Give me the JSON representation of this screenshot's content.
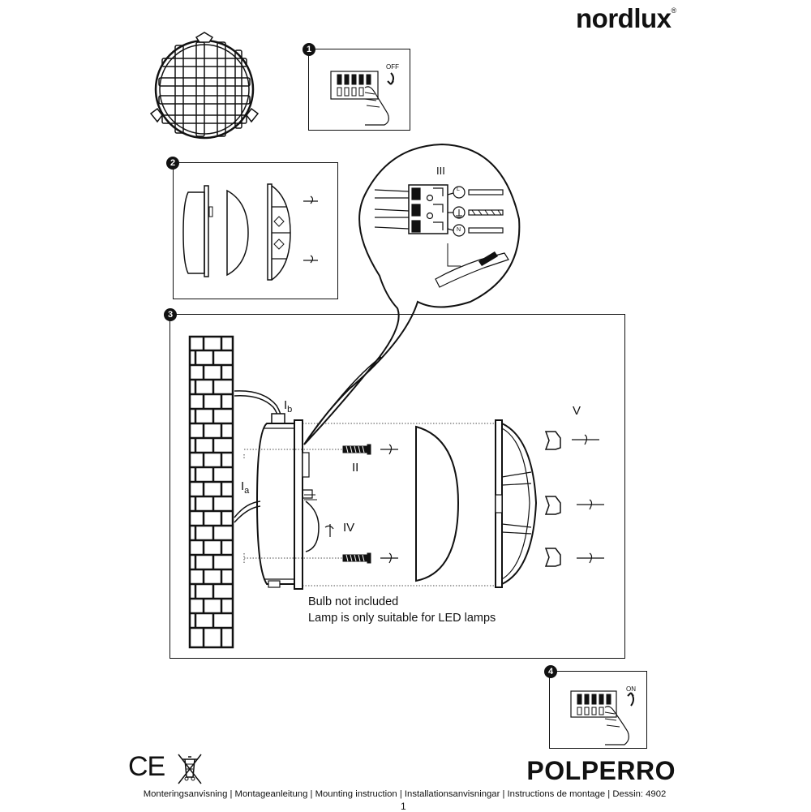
{
  "brand": {
    "name": "nordlux",
    "registered": "®"
  },
  "steps": {
    "s1": {
      "number": "1",
      "switch_label": "OFF"
    },
    "s2": {
      "number": "2"
    },
    "s3": {
      "number": "3",
      "labels": {
        "ia": "I",
        "ia_sub": "a",
        "ib": "I",
        "ib_sub": "b",
        "ii": "II",
        "iii": "III",
        "iv": "IV",
        "v": "V"
      },
      "note_line1": "Bulb not included",
      "note_line2": "Lamp is only suitable for LED lamps"
    },
    "s4": {
      "number": "4",
      "switch_label": "ON"
    }
  },
  "terminals": {
    "l": "L",
    "n": "N"
  },
  "footer": {
    "marks": {
      "ce": "CE"
    },
    "product_name": "POLPERRO",
    "instructions": "Monteringsanvisning | Montageanleitung | Mounting instruction | Installationsanvisningar | Instructions de montage | Dessin: 4902",
    "page_number": "1"
  }
}
